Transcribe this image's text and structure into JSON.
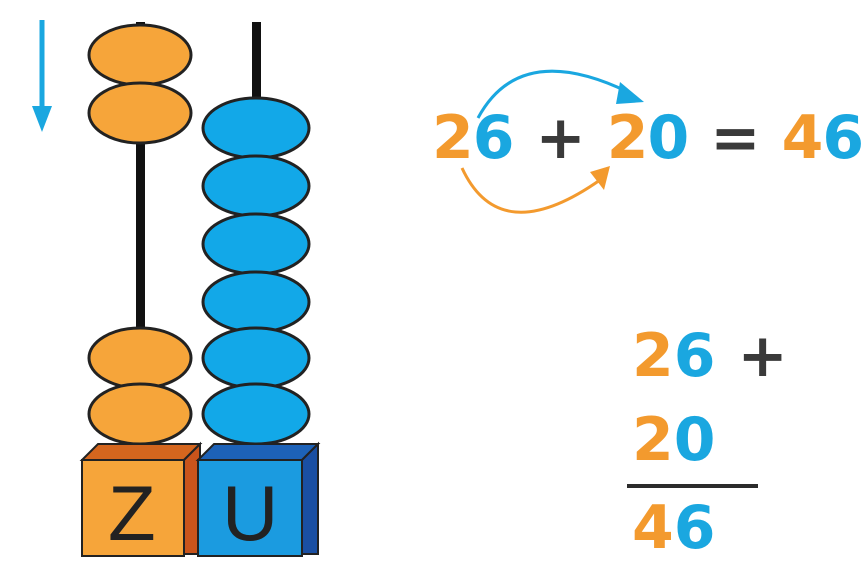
{
  "equation": {
    "a_tens": "2",
    "a_units": "6",
    "plus": "+",
    "b_tens": "2",
    "b_units": "0",
    "equals": "=",
    "r_tens": "4",
    "r_units": "6"
  },
  "column": {
    "row1_tens": "2",
    "row1_units": "6",
    "row1_op": "+",
    "row2_tens": "2",
    "row2_units": "0",
    "row3_tens": "4",
    "row3_units": "6"
  },
  "cubes": {
    "tens_label": "Z",
    "units_label": "U"
  },
  "colors": {
    "tens": "#f39a2e",
    "units": "#1aa7e0",
    "arrow_down": "#1aa7e0",
    "tens_cube": "#f6a53a",
    "units_cube": "#1b9be0"
  },
  "icons": [
    "arrow-down-icon",
    "curved-arrow-icon"
  ]
}
